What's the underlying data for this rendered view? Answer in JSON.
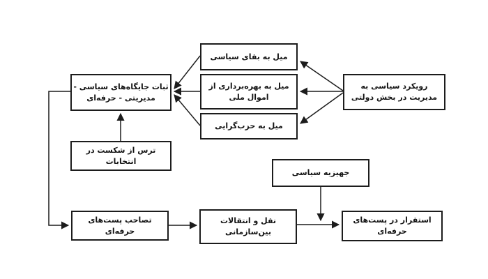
{
  "diagram": {
    "title": "political-appointment-flow-diagram",
    "background_color": "#ffffff",
    "line_color": "#1c1c1c",
    "nodes": {
      "political_survival": {
        "lines": [
          "میل به بقای سیاسی",
          ""
        ]
      },
      "exploit_national_assets": {
        "lines": [
          "میل به بهره‌برداری از",
          "اموال ملی"
        ]
      },
      "partisanship": {
        "lines": [
          "میل به حزب‌گرایی",
          ""
        ]
      },
      "political_approach": {
        "lines": [
          "رویکرد سیاسی به",
          "مدیریت در بخش دولتی"
        ]
      },
      "stability_of_positions": {
        "lines": [
          "ثبات جایگاه‌های سیاسی -",
          "مدیریتی - حرفه‌ای"
        ]
      },
      "fear_of_election_defeat": {
        "lines": [
          "ترس از شکست در",
          "انتخابات"
        ]
      },
      "political_dowry": {
        "lines": [
          "جهیزیه سیاسی",
          ""
        ]
      },
      "seize_professional_posts": {
        "lines": [
          "تصاحب پست‌های",
          "حرفه‌ای"
        ]
      },
      "interorg_transfers": {
        "lines": [
          "نقل و انتقالات",
          "بین‌سازمانی"
        ]
      },
      "settle_professional_posts": {
        "lines": [
          "استقرار در پست‌های",
          "حرفه‌ای"
        ]
      }
    }
  }
}
